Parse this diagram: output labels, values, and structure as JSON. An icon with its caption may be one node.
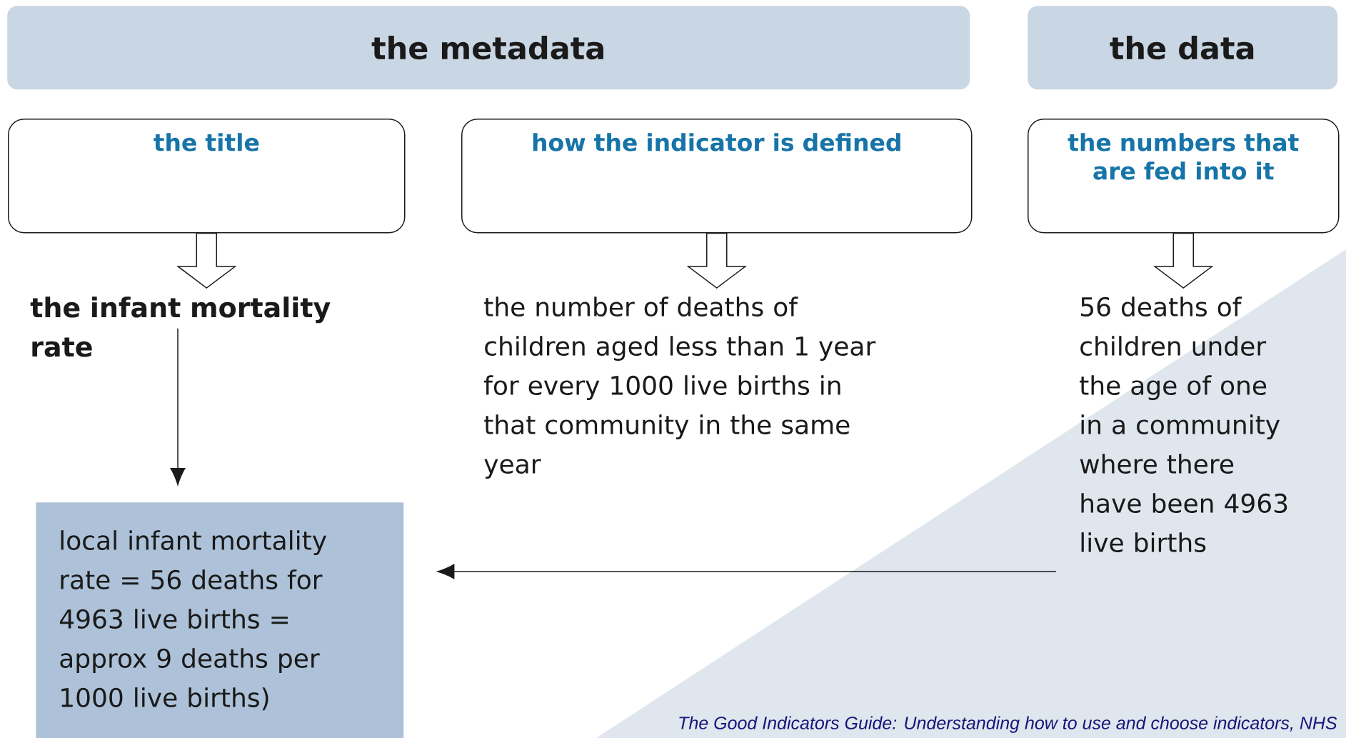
{
  "diagram": {
    "caption": "The Good Indicators Guide: Understanding how to use and choose indicators, NHS",
    "nodes": [
      {
        "text": [
          "the metadata"
        ]
      },
      {
        "text": [
          "the data"
        ]
      },
      {
        "text": [
          "the title"
        ]
      },
      {
        "text": [
          "how the indicator is defined"
        ]
      },
      {
        "text": [
          "the numbers that are fed into it"
        ]
      },
      {
        "text": [
          "the infant mortality rate"
        ]
      },
      {
        "text": [
          "the number of deaths of children aged less than 1 year for every 1000 live births in that community in the same year"
        ]
      },
      {
        "text": [
          "56 deaths of children under the age of one in a community where there have been 4963 live births"
        ]
      },
      {
        "text": [
          "local infant mortality rate = 56 deaths for 4963 live births = approx 9 deaths per 1000 live births)"
        ]
      }
    ],
    "edges": [
      {
        "from": 2,
        "to": 5,
        "arrow": "to"
      },
      {
        "from": 3,
        "to": 6,
        "arrow": "to"
      },
      {
        "from": 4,
        "to": 7,
        "arrow": "to"
      },
      {
        "from": 5,
        "to": 8,
        "arrow": "to"
      },
      {
        "from": 7,
        "to": 8,
        "arrow": "to"
      }
    ]
  }
}
